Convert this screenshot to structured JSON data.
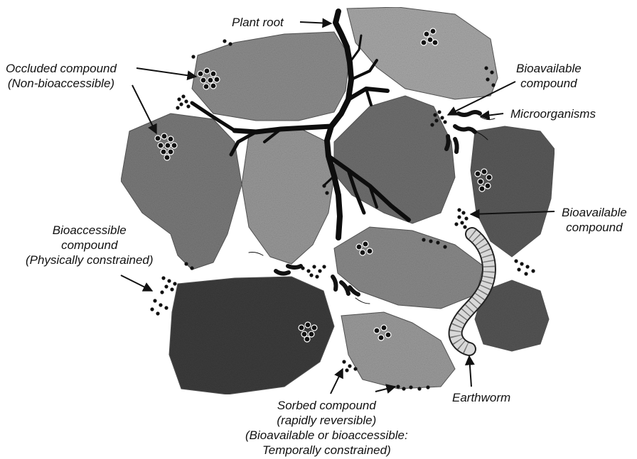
{
  "labels": {
    "plant_root": "Plant root",
    "occluded": {
      "line1": "Occluded compound",
      "line2": "(Non-bioaccessible)"
    },
    "bioavailable_top": {
      "line1": "Bioavailable",
      "line2": "compound"
    },
    "microorganisms": "Microorganisms",
    "bioavailable_right": {
      "line1": "Bioavailable",
      "line2": "compound"
    },
    "bioaccessible": {
      "line1": "Bioaccessible",
      "line2": "compound",
      "line3": "(Physically constrained)"
    },
    "sorbed": {
      "line1": "Sorbed compound",
      "line2": "(rapidly reversible)",
      "line3": "(Bioavailable or bioaccessible:",
      "line4": "Temporally constrained)"
    },
    "earthworm": "Earthworm"
  },
  "colors": {
    "background": "#ffffff",
    "aggregate_light": "#9c9c9c",
    "aggregate_medium": "#7a7a7a",
    "aggregate_dark": "#3c3c3c",
    "root": "#0d0d0d",
    "compound_dot": "#111111",
    "earthworm_fill": "#d8d8d8"
  },
  "icons": [
    "soil-aggregate",
    "plant-root",
    "compound-cluster",
    "microorganism",
    "earthworm"
  ]
}
